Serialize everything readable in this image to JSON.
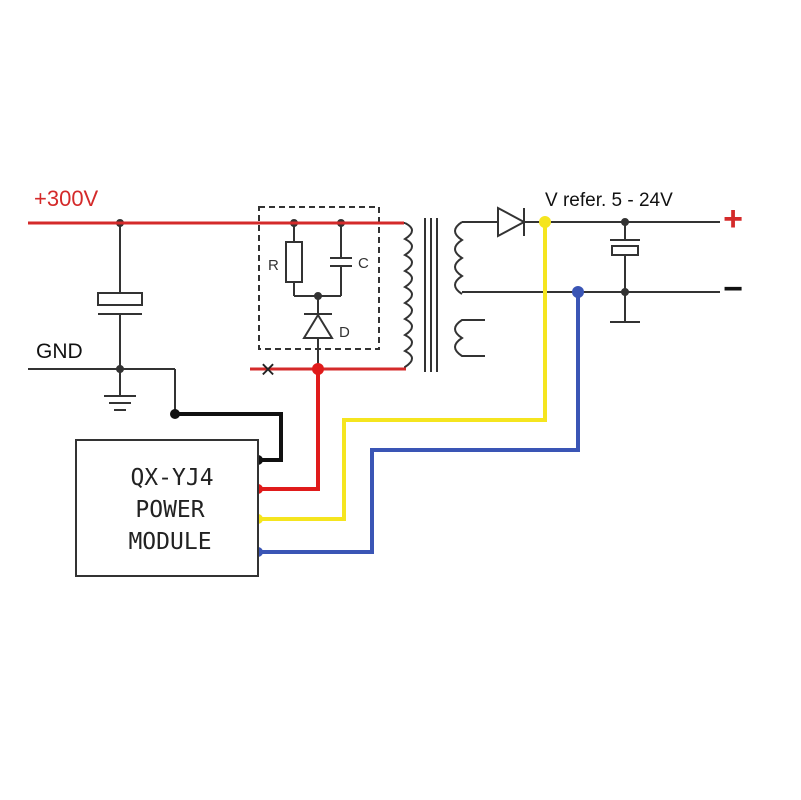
{
  "labels": {
    "supply": "+300V",
    "ground": "GND",
    "vref": "V refer. 5 - 24V",
    "plus": "+",
    "minus": "−",
    "resistor": "R",
    "capacitor": "C",
    "diode": "D",
    "cut_mark": "×"
  },
  "module": {
    "line1": "QX-YJ4",
    "line2": "POWER",
    "line3": "MODULE"
  },
  "colors": {
    "supply_red": "#d42a2a",
    "wire_black": "#111111",
    "wire_red": "#e01b1b",
    "wire_yellow": "#f5e51f",
    "wire_blue": "#3a55b5",
    "schematic": "#333333"
  }
}
